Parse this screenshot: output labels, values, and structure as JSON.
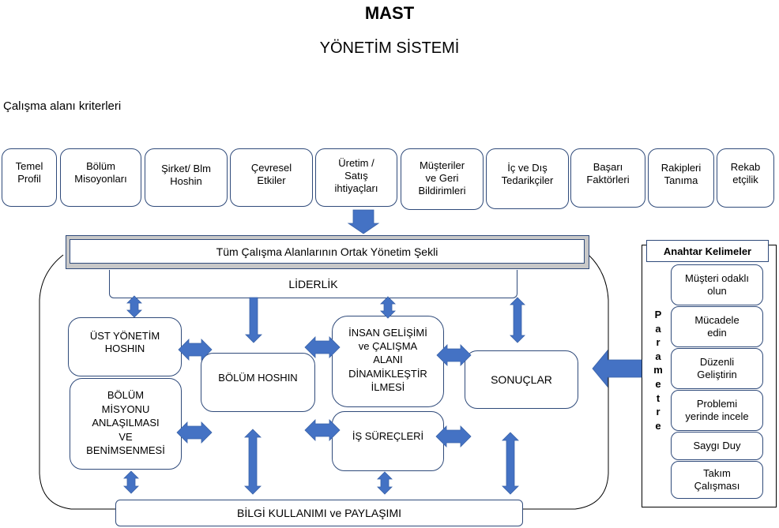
{
  "header": {
    "title": "MAST",
    "subtitle": "YÖNETİM SİSTEMİ"
  },
  "criteria": {
    "label": "Çalışma alanı kriterleri",
    "items": [
      {
        "lines": [
          "Temel",
          "Profil"
        ]
      },
      {
        "lines": [
          "Bölüm",
          "Misoyonları"
        ]
      },
      {
        "lines": [
          "Şirket/ Blm",
          "Hoshin"
        ]
      },
      {
        "lines": [
          "Çevresel",
          "Etkiler"
        ]
      },
      {
        "lines": [
          "Üretim /",
          "Satış",
          "ihtiyaçları"
        ]
      },
      {
        "lines": [
          "Müşteriler",
          "ve Geri",
          "Bildirimleri"
        ]
      },
      {
        "lines": [
          "İç ve Dış",
          "Tedarikçiler"
        ]
      },
      {
        "lines": [
          "Başarı",
          "Faktörleri"
        ]
      },
      {
        "lines": [
          "Rakipleri",
          "Tanıma"
        ]
      },
      {
        "lines": [
          "Rekab",
          "etçilik"
        ]
      }
    ]
  },
  "core": {
    "banner": "Tüm Çalışma Alanlarının Ortak Yönetim Şekli",
    "leadership": "LİDERLİK",
    "top_management": [
      "ÜST YÖNETİM",
      "HOSHIN"
    ],
    "department_mission": [
      "BÖLÜM",
      "MİSYONU",
      "ANLAŞILMASI",
      "VE",
      "BENİMSENMESİ"
    ],
    "department_hoshin": "BÖLÜM HOSHIN",
    "human_development": [
      "İNSAN GELİŞİMİ",
      "ve ÇALIŞMA",
      "ALANI",
      "DİNAMİKLEŞTİR",
      "İLMESİ"
    ],
    "business_processes": "İŞ SÜREÇLERİ",
    "results": "SONUÇLAR",
    "knowledge": "BİLGİ KULLANIMI ve PAYLAŞIMI"
  },
  "keywords": {
    "title": "Anahtar Kelimeler",
    "side_label": [
      "P",
      "a",
      "r",
      "a",
      "m",
      "e",
      "t",
      "r",
      "e"
    ],
    "items": [
      {
        "lines": [
          "Müşteri odaklı",
          "olun"
        ]
      },
      {
        "lines": [
          "Mücadele",
          "edin"
        ]
      },
      {
        "lines": [
          "Düzenli",
          "Geliştirin"
        ]
      },
      {
        "lines": [
          "Problemi",
          "yerinde incele"
        ]
      },
      {
        "lines": [
          "Saygı Duy"
        ]
      },
      {
        "lines": [
          "Takım",
          "Çalışması"
        ]
      }
    ]
  },
  "colors": {
    "arrow": "#4472c4",
    "border": "#2f4a7a"
  }
}
